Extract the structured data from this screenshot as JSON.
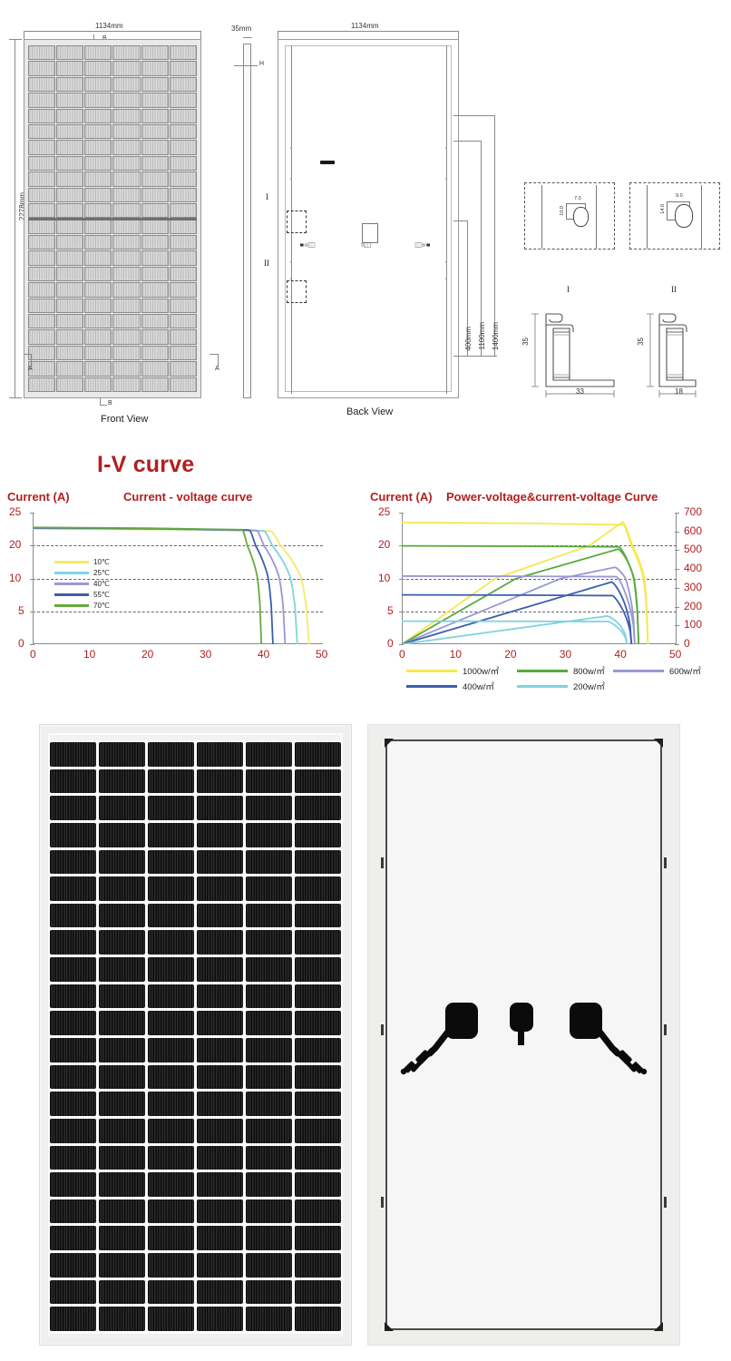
{
  "drawing": {
    "front_view_label": "Front View",
    "back_view_label": "Back View",
    "dims": {
      "width_front": "1134mm",
      "height_front": "2278mm",
      "thickness": "35mm",
      "width_back": "1134mm",
      "d_400": "400mm",
      "d_1100": "1100mm",
      "d_1400": "1400mm"
    },
    "marks": {
      "a_left": "A",
      "a_right": "A",
      "b_top": "B",
      "b_bottom": "B",
      "h": "H",
      "detail_i": "I",
      "detail_ii": "II"
    },
    "detail_i": {
      "label": "I",
      "dim_w": "7.0",
      "dim_h": "10.0"
    },
    "detail_ii": {
      "label": "II",
      "dim_w": "9.0",
      "dim_h": "14.0"
    },
    "frame_section_1": {
      "height": "35",
      "width": "33"
    },
    "frame_section_2": {
      "height": "35",
      "width": "18"
    }
  },
  "iv": {
    "title": "I-V curve"
  },
  "chart_data": [
    {
      "type": "line",
      "title": "Current - voltage curve",
      "ylabel": "Current (A)",
      "xlabel": "",
      "xlim": [
        0,
        50
      ],
      "ylim": [
        0,
        25
      ],
      "xticks": [
        0,
        10,
        20,
        30,
        40,
        50
      ],
      "yticks": [
        0,
        5,
        10,
        20,
        25
      ],
      "grid": "horizontal-dashed",
      "legend_position": "inside-left",
      "series": [
        {
          "name": "10℃",
          "color": "#f5e96b",
          "isc": 22.55,
          "voc": 47.6,
          "vmp": 40.8
        },
        {
          "name": "25℃",
          "color": "#7fd3e0",
          "isc": 22.6,
          "voc": 45.6,
          "vmp": 39.6
        },
        {
          "name": "40℃",
          "color": "#9a97d6",
          "isc": 22.65,
          "voc": 43.5,
          "vmp": 38.4
        },
        {
          "name": "55℃",
          "color": "#3a5fad",
          "isc": 22.7,
          "voc": 41.4,
          "vmp": 37.2
        },
        {
          "name": "70℃",
          "color": "#67a93e",
          "isc": 22.75,
          "voc": 39.4,
          "vmp": 36.0
        }
      ]
    },
    {
      "type": "line",
      "title": "Power-voltage&current-voltage Curve",
      "ylabel": "Current (A)",
      "ylabel_right": "",
      "xlabel": "",
      "xlim": [
        0,
        50
      ],
      "ylim": [
        0,
        25
      ],
      "ylim_right": [
        0,
        700
      ],
      "xticks": [
        0,
        10,
        20,
        30,
        40,
        50
      ],
      "yticks": [
        0,
        5,
        10,
        20,
        25
      ],
      "yticks_right": [
        0,
        100,
        200,
        300,
        400,
        500,
        600,
        700
      ],
      "grid": "horizontal-dashed",
      "legend_position": "below",
      "series": [
        {
          "name": "1000w/㎡",
          "color": "#f5e84f",
          "isc": 23.5,
          "voc": 44.8,
          "vmp": 40.2,
          "pmax": 660
        },
        {
          "name": "800w/㎡",
          "color": "#5aaa3c",
          "isc": 19.9,
          "voc": 43.1,
          "vmp": 39.4,
          "pmax": 530
        },
        {
          "name": "600w/㎡",
          "color": "#9a97d6",
          "isc": 10.7,
          "voc": 42.4,
          "vmp": 38.8,
          "pmax": 375
        },
        {
          "name": "400w/㎡",
          "color": "#3a5fad",
          "isc": 7.5,
          "voc": 41.8,
          "vmp": 38.2,
          "pmax": 265
        },
        {
          "name": "200w/㎡",
          "color": "#7fd3e0",
          "isc": 3.5,
          "voc": 41.0,
          "vmp": 37.4,
          "pmax": 120
        }
      ]
    }
  ],
  "photos": {
    "front_name": "solar-panel-front-photo",
    "back_name": "solar-panel-back-photo",
    "cell_columns": 6,
    "cell_rows": 22,
    "junction_boxes": 3
  },
  "colors": {
    "accent_red": "#b02020",
    "tick_red": "#b02020",
    "frame_gray": "#8b8b8b"
  }
}
